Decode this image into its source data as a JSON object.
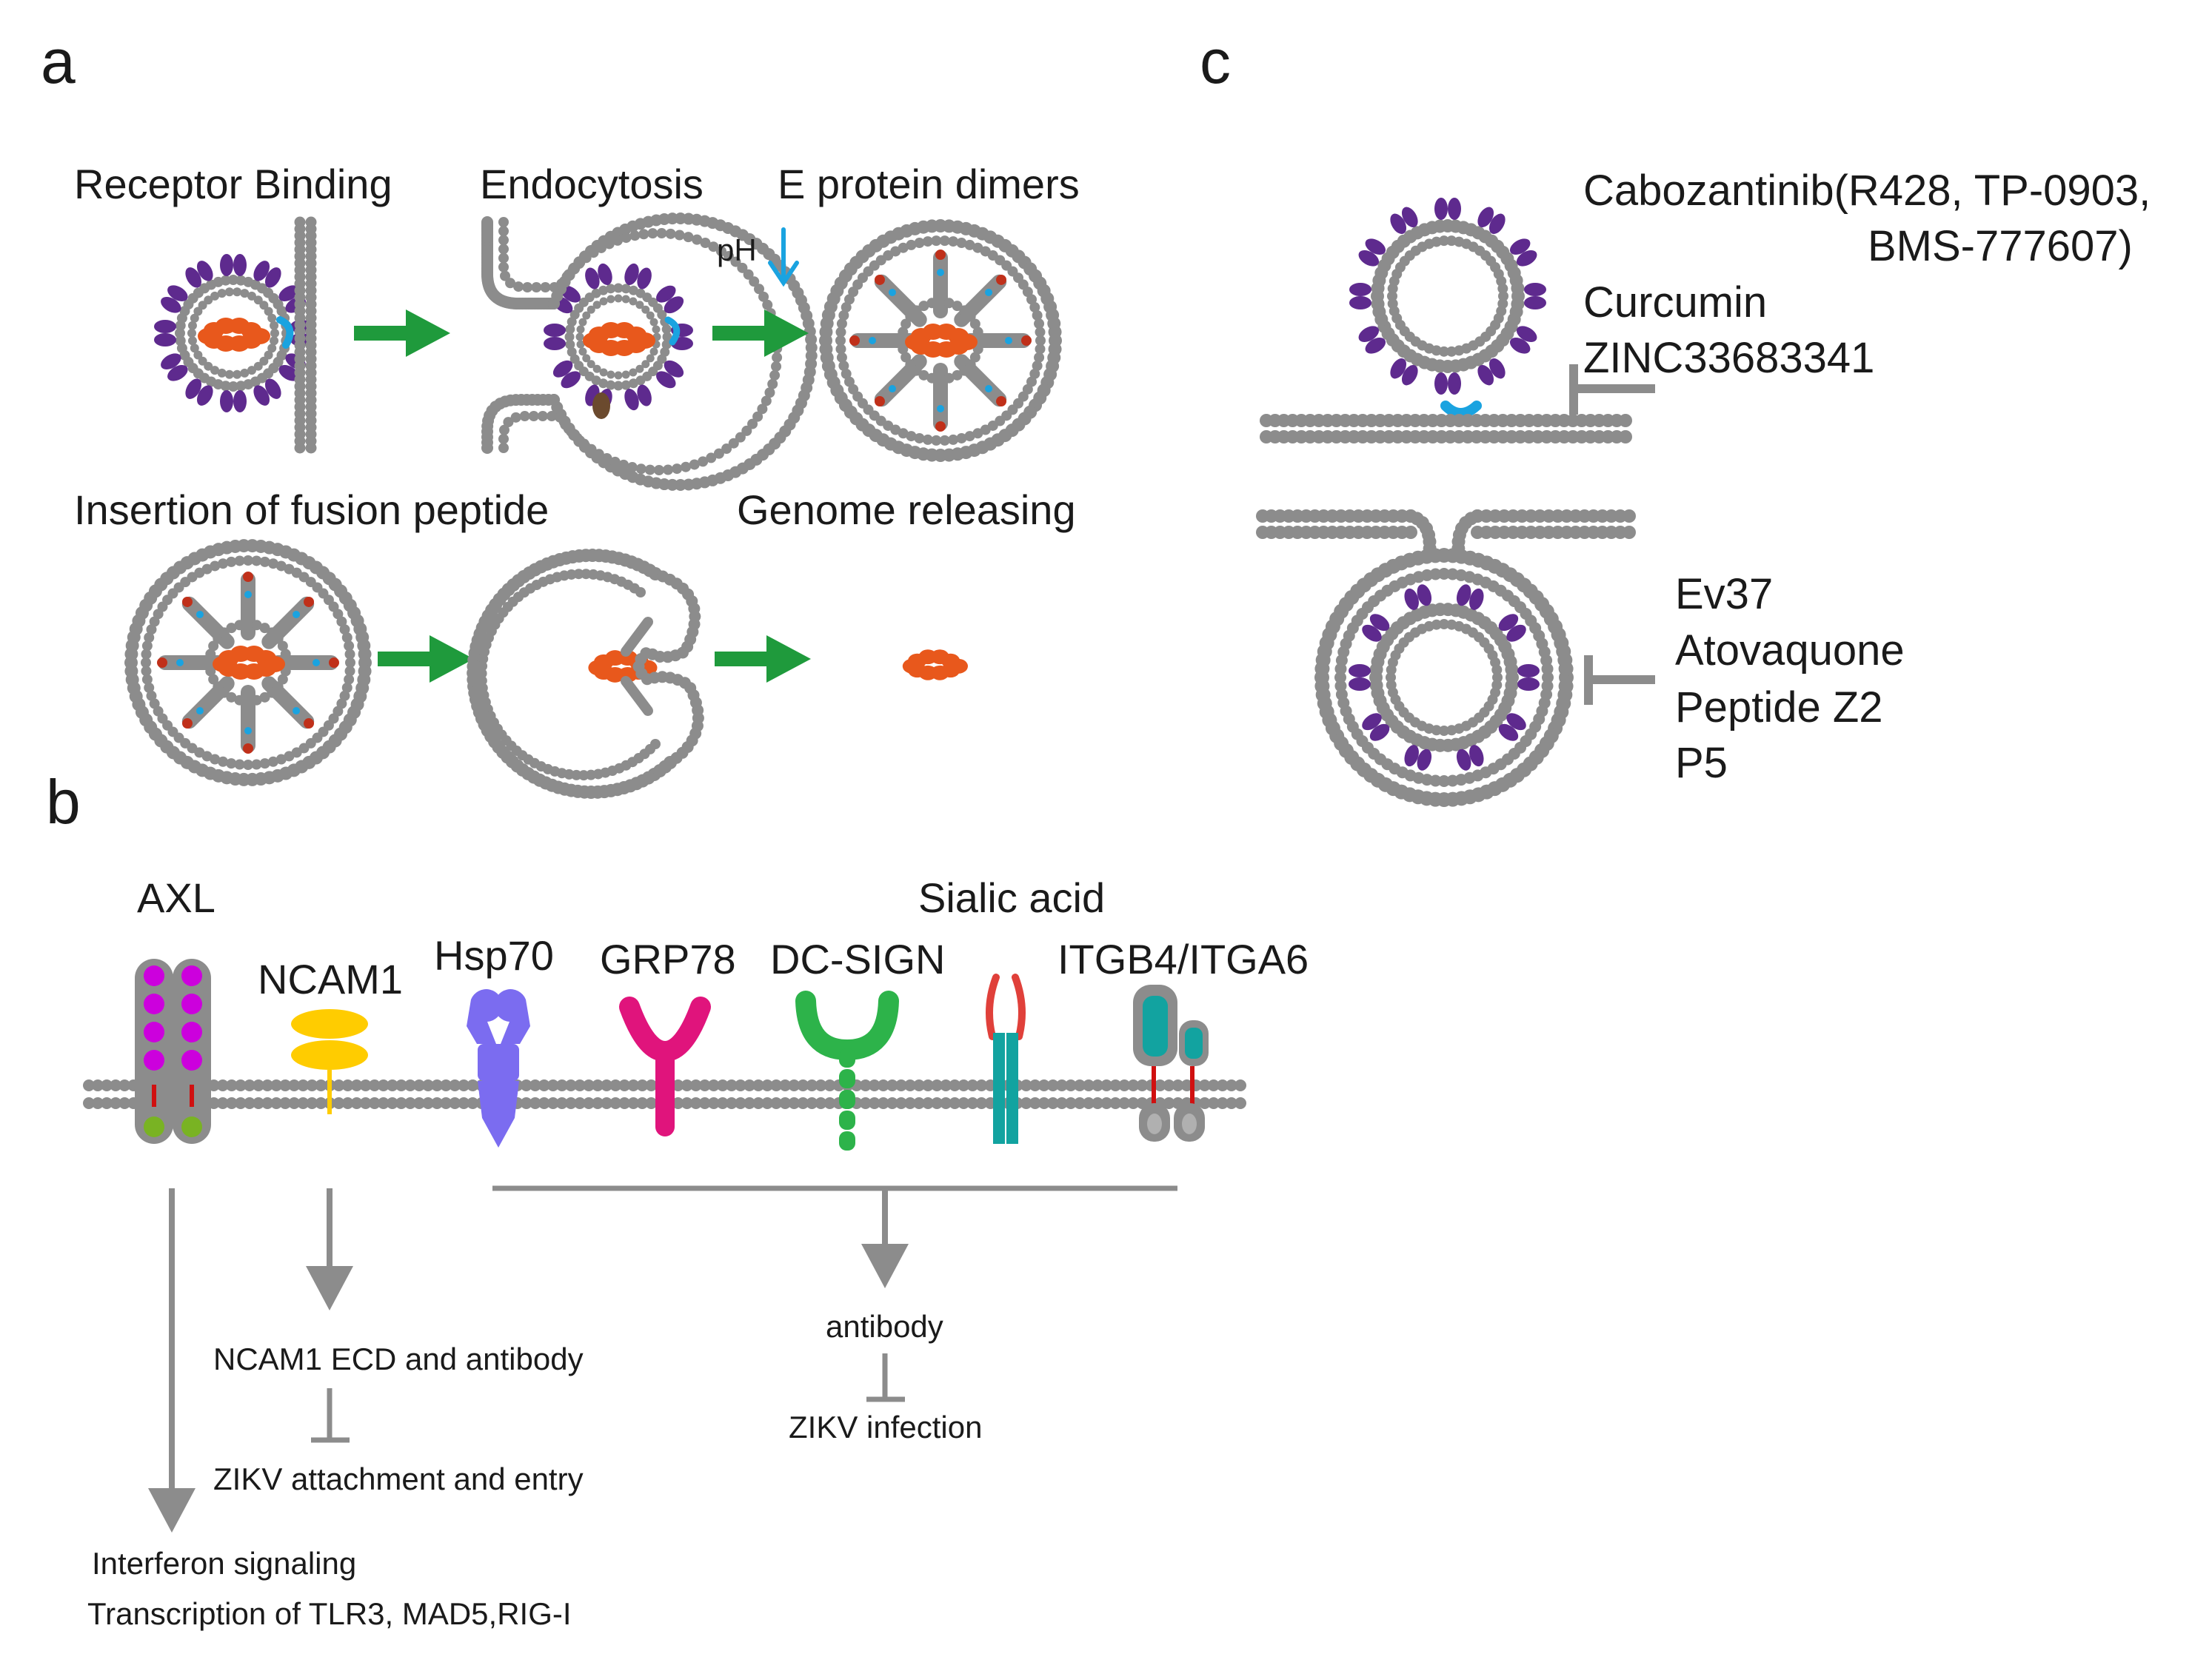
{
  "panels": {
    "a": "a",
    "b": "b",
    "c": "c"
  },
  "panel_a": {
    "steps": {
      "receptor_binding": "Receptor Binding",
      "endocytosis": "Endocytosis",
      "e_protein_dimers": "E protein dimers",
      "fusion_peptide": "Insertion of fusion peptide",
      "genome_releasing": "Genome releasing"
    },
    "ph_label": "pH"
  },
  "panel_b": {
    "receptors": {
      "axl": "AXL",
      "ncam1": "NCAM1",
      "hsp70": "Hsp70",
      "grp78": "GRP78",
      "dcsign": "DC-SIGN",
      "sialic": "Sialic acid",
      "itgb4": "ITGB4/ITGA6"
    },
    "outcomes": {
      "ncam1_ecd": "NCAM1 ECD and antibody",
      "zikv_attach": "ZIKV attachment and entry",
      "antibody": "antibody",
      "zikv_infection": "ZIKV infection",
      "interferon": "Interferon signaling",
      "transcription": "Transcription of TLR3, MAD5,RIG-I"
    }
  },
  "panel_c": {
    "inhibitors_binding": {
      "cabozantinib_1": "Cabozantinib(R428, TP-0903,",
      "cabozantinib_2": "BMS-777607)",
      "curcumin": "Curcumin",
      "zinc": "ZINC33683341"
    },
    "inhibitors_endocytosis": {
      "ev37": "Ev37",
      "atovaquone": "Atovaquone",
      "peptide_z2": "Peptide Z2",
      "p5": "P5"
    }
  },
  "colors": {
    "membrane": "#8c8c8c",
    "arrow_green": "#1f9a3c",
    "genome": "#e8581c",
    "e_protein": "#5e2a8e",
    "receptor_blue": "#1aa3e0",
    "axl": "#cc00dd",
    "ncam1": "#ffcc00",
    "hsp70": "#7b6cf0",
    "grp78": "#e0147c",
    "dcsign": "#2db34a",
    "sialic_red": "#e0403a",
    "teal": "#12a3a0"
  }
}
